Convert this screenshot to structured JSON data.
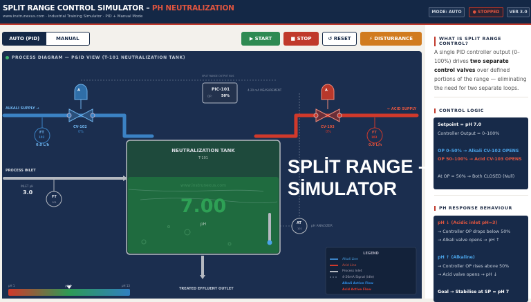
{
  "header": {
    "title": "SPLIT RANGE CONTROL SIMULATOR –",
    "title_accent": "PH NEUTRALIZATION",
    "subtitle": "www.instrunexus.com · Industrial Training Simulator · PID + Manual Mode",
    "mode_badge": "MODE: AUTO",
    "status_badge": "● STOPPED",
    "version_badge": "VER 3.0"
  },
  "controls": {
    "mode_auto": "AUTO (PID)",
    "mode_manual": "MANUAL",
    "active_mode": "auto",
    "start": "▶ START",
    "stop": "■ STOP",
    "reset": "↺ RESET",
    "disturbance": "⚡ DISTURBANCE"
  },
  "diagram": {
    "title": "PROCESS DIAGRAM — P&ID VIEW (T-101 NEUTRALIZATION TANK)",
    "bus_label": "SPLIT RANGE OUTPUT BUS",
    "measurement_label": "4-20 mA MEASUREMENT",
    "controller": {
      "tag": "PIC-101",
      "op_label": "OP:",
      "op_value": "50%"
    },
    "alkali": {
      "label": "ALKALI SUPPLY →",
      "valve_tag": "CV-102",
      "valve_open": "0%",
      "actuator": "A",
      "ft_tag": "FT",
      "ft_id": "102",
      "flow": "0.0 L/h",
      "color": "#3b82c4"
    },
    "acid": {
      "label": "← ACID SUPPLY",
      "valve_tag": "CV-103",
      "valve_open": "0%",
      "actuator": "A",
      "ft_tag": "FT",
      "ft_id": "103",
      "flow": "0.0 L/h",
      "color": "#d0392b"
    },
    "inlet": {
      "label": "PROCESS INLET",
      "ph_label": "INLET pH",
      "ph_value": "3.0",
      "ft_tag": "FT",
      "ft_id": "101"
    },
    "tank": {
      "title": "NEUTRALIZATION TANK",
      "tag": "T-101",
      "ph_value": "7.00",
      "ph_unit": "pH",
      "watermark": "www.instrunexus.com"
    },
    "analyzer": {
      "tag": "AT",
      "id": "101",
      "label": "pH ANALYZER"
    },
    "outlet_label": "TREATED EFFLUENT OUTLET",
    "ph_scale": {
      "min_label": "pH 1",
      "mid_label": "pH 7",
      "max_label": "pH 13",
      "marker_ph": 7
    },
    "legend": {
      "title": "LEGEND",
      "items": [
        "Alkali Line",
        "Acid Line",
        "Process Inlet",
        "4-20mA Signal (idle)",
        "Alkali Active Flow",
        "Acid Active Flow"
      ]
    }
  },
  "overlay": {
    "line1": "SPLİT RANGE –",
    "line2": "SİMULATOR"
  },
  "sidebar": {
    "what_title": "WHAT IS SPLIT RANGE CONTROL?",
    "what_pre": "A single PID controller output (0–100%) drives ",
    "what_bold": "two separate control valves",
    "what_post": " over defined portions of the range — eliminating the need for two separate loops.",
    "logic_title": "CONTROL LOGIC",
    "logic": {
      "setpoint": "Setpoint = pH 7.0",
      "output": "Controller Output = 0–100%",
      "alkali": "OP 0–50% → Alkali CV-102 OPENS",
      "acid": "OP 50–100% → Acid CV-103 OPENS",
      "null": "At OP = 50% → Both CLOSED (Null)"
    },
    "resp_title": "PH RESPONSE BEHAVIOUR",
    "resp": {
      "acidic": "pH ↓ (Acidic inlet pH=3)",
      "acidic1": "→ Controller OP drops below 50%",
      "acidic2": "→ Alkali valve opens → pH ↑",
      "alk": "pH ↑ (Alkaline)",
      "alk1": "→ Controller OP rises above 50%",
      "alk2": "→ Acid valve opens → pH ↓",
      "goal": "Goal → Stabilise at SP = pH 7"
    }
  }
}
